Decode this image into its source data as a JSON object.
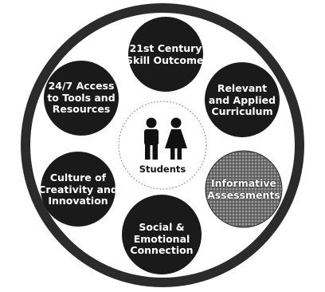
{
  "diagram": {
    "center": {
      "label": "Students"
    },
    "nodes": [
      {
        "id": "skill-outcomes",
        "lines": [
          "21st Century",
          "Skill Outcomes"
        ]
      },
      {
        "id": "relevant-curriculum",
        "lines": [
          "Relevant",
          "and Applied",
          "Curriculum"
        ]
      },
      {
        "id": "informative-assessments",
        "lines": [
          "Informative",
          "Assessments"
        ]
      },
      {
        "id": "social-emotional",
        "lines": [
          "Social &",
          "Emotional",
          "Connection"
        ]
      },
      {
        "id": "culture-creativity",
        "lines": [
          "Culture of",
          "Creativity and",
          "Innovation"
        ]
      },
      {
        "id": "access-tools",
        "lines": [
          "24/7 Access",
          "to Tools and",
          "Resources"
        ]
      }
    ]
  }
}
